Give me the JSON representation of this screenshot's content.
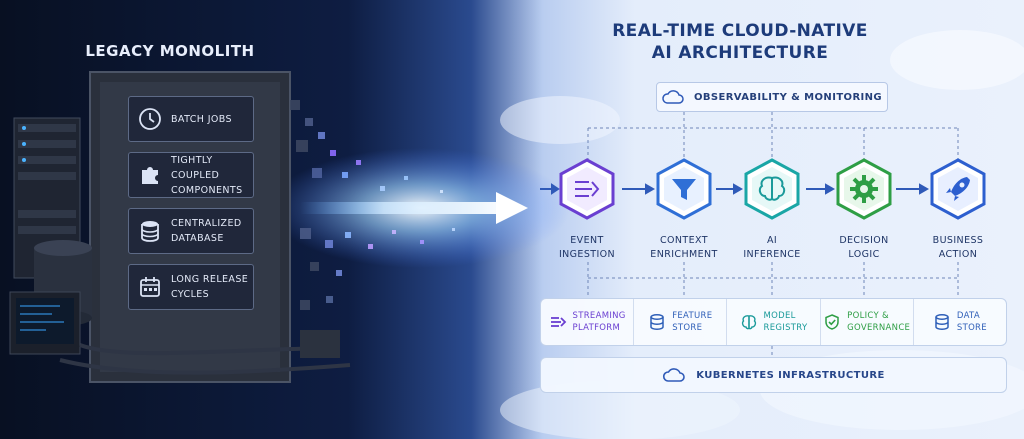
{
  "left": {
    "title": "LEGACY MONOLITH",
    "items": [
      {
        "label_1": "BATCH JOBS",
        "label_2": "",
        "icon": "clock-icon"
      },
      {
        "label_1": "TIGHTLY COUPLED",
        "label_2": "COMPONENTS",
        "icon": "puzzle-icon"
      },
      {
        "label_1": "CENTRALIZED",
        "label_2": "DATABASE",
        "icon": "database-icon"
      },
      {
        "label_1": "LONG RELEASE",
        "label_2": "CYCLES",
        "icon": "calendar-icon"
      }
    ]
  },
  "right": {
    "title_1": "REAL-TIME CLOUD-NATIVE",
    "title_2": "AI ARCHITECTURE",
    "observability": "OBSERVABILITY & MONITORING",
    "stages": [
      {
        "line1": "EVENT",
        "line2": "INGESTION",
        "icon": "ingestion-icon",
        "color": "#6a3fd1"
      },
      {
        "line1": "CONTEXT",
        "line2": "ENRICHMENT",
        "icon": "funnel-icon",
        "color": "#2f6fd6"
      },
      {
        "line1": "AI",
        "line2": "INFERENCE",
        "icon": "brain-icon",
        "color": "#1aa6a6"
      },
      {
        "line1": "DECISION",
        "line2": "LOGIC",
        "icon": "gear-icon",
        "color": "#2e9e45"
      },
      {
        "line1": "BUSINESS",
        "line2": "ACTION",
        "icon": "rocket-icon",
        "color": "#2d5fcf"
      }
    ],
    "platform": [
      {
        "line1": "STREAMING",
        "line2": "PLATFORM",
        "icon": "stream-icon",
        "color": "#6a3fd1"
      },
      {
        "line1": "FEATURE",
        "line2": "STORE",
        "icon": "database-icon",
        "color": "#2f5fb8"
      },
      {
        "line1": "MODEL",
        "line2": "REGISTRY",
        "icon": "brain-icon",
        "color": "#1a9a9a"
      },
      {
        "line1": "POLICY &",
        "line2": "GOVERNANCE",
        "icon": "shield-check-icon",
        "color": "#2e9e45"
      },
      {
        "line1": "DATA",
        "line2": "STORE",
        "icon": "database-icon",
        "color": "#2f5fb8"
      }
    ],
    "infrastructure": "KUBERNETES INFRASTRUCTURE"
  },
  "colors": {
    "dark_bg": "#0b1530",
    "light_bg": "#e7f0fd",
    "accent": "#1d3b7a"
  }
}
